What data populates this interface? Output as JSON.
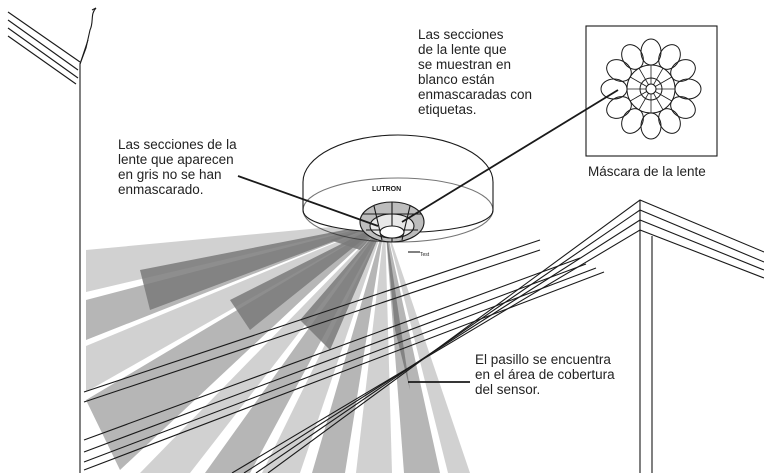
{
  "callouts": {
    "masked_sections": "Las secciones\nde la lente que\nse muestran en\nblanco están\nenmascaradas con\netiquetas.",
    "unmasked_sections": "Las secciones de la\nlente que aparecen\nen gris no se han\nenmascarado.",
    "hallway": "El pasillo se encuentra\nen el área de cobertura\ndel sensor."
  },
  "mask_inset": {
    "caption": "Máscara de la lente"
  },
  "sensor": {
    "brand": "LUTRON",
    "test_label": "Test"
  },
  "colors": {
    "line": "#1a1a1a",
    "beam_light": "#c9c9c9",
    "beam_mid": "#a9a9a9",
    "beam_dark": "#7a7a7a",
    "background": "#ffffff"
  }
}
